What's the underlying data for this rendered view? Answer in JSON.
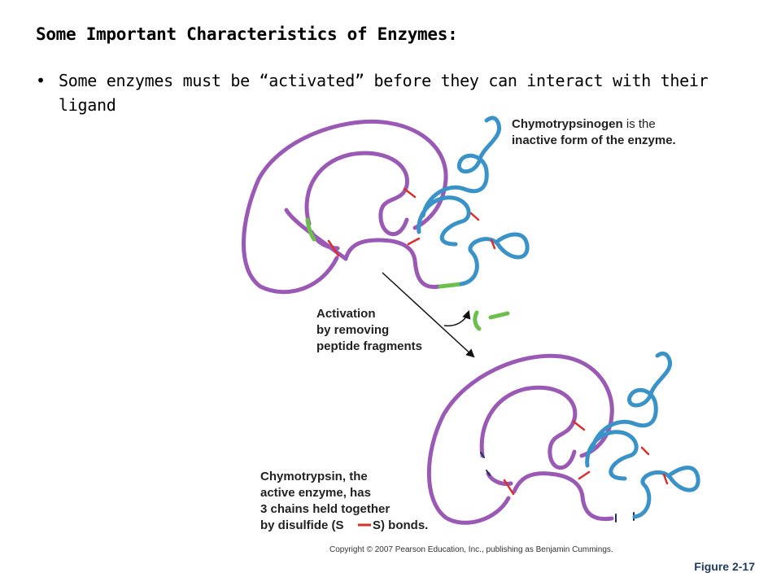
{
  "slide": {
    "title": "Some Important Characteristics of Enzymes:",
    "bullet_marker": "•",
    "bullet": "Some enzymes must be “activated” before they can interact with their ligand"
  },
  "figure": {
    "label_top_bold": "Chymotrypsinogen",
    "label_top_rest1": " is the",
    "label_top_line2": "inactive form of the enzyme.",
    "activation_line1": "Activation",
    "activation_line2": "by removing",
    "activation_line3": "peptide fragments",
    "label_bottom_bold": "Chymotrypsin",
    "label_bottom_rest1": ", the",
    "label_bottom_line2": "active enzyme, has",
    "label_bottom_line3": "3 chains held together",
    "label_bottom_line4_a": "by disulfide (S",
    "label_bottom_line4_b": "S) bonds.",
    "copyright": "Copyright © 2007 Pearson Education, Inc., publishing as Benjamin Cummings.",
    "figure_number": "Figure 2-17"
  },
  "colors": {
    "chain_purple": "#9b59b6",
    "chain_blue": "#3a93c8",
    "fragment_green": "#6cbf4a",
    "disulfide_red": "#d9302b"
  }
}
